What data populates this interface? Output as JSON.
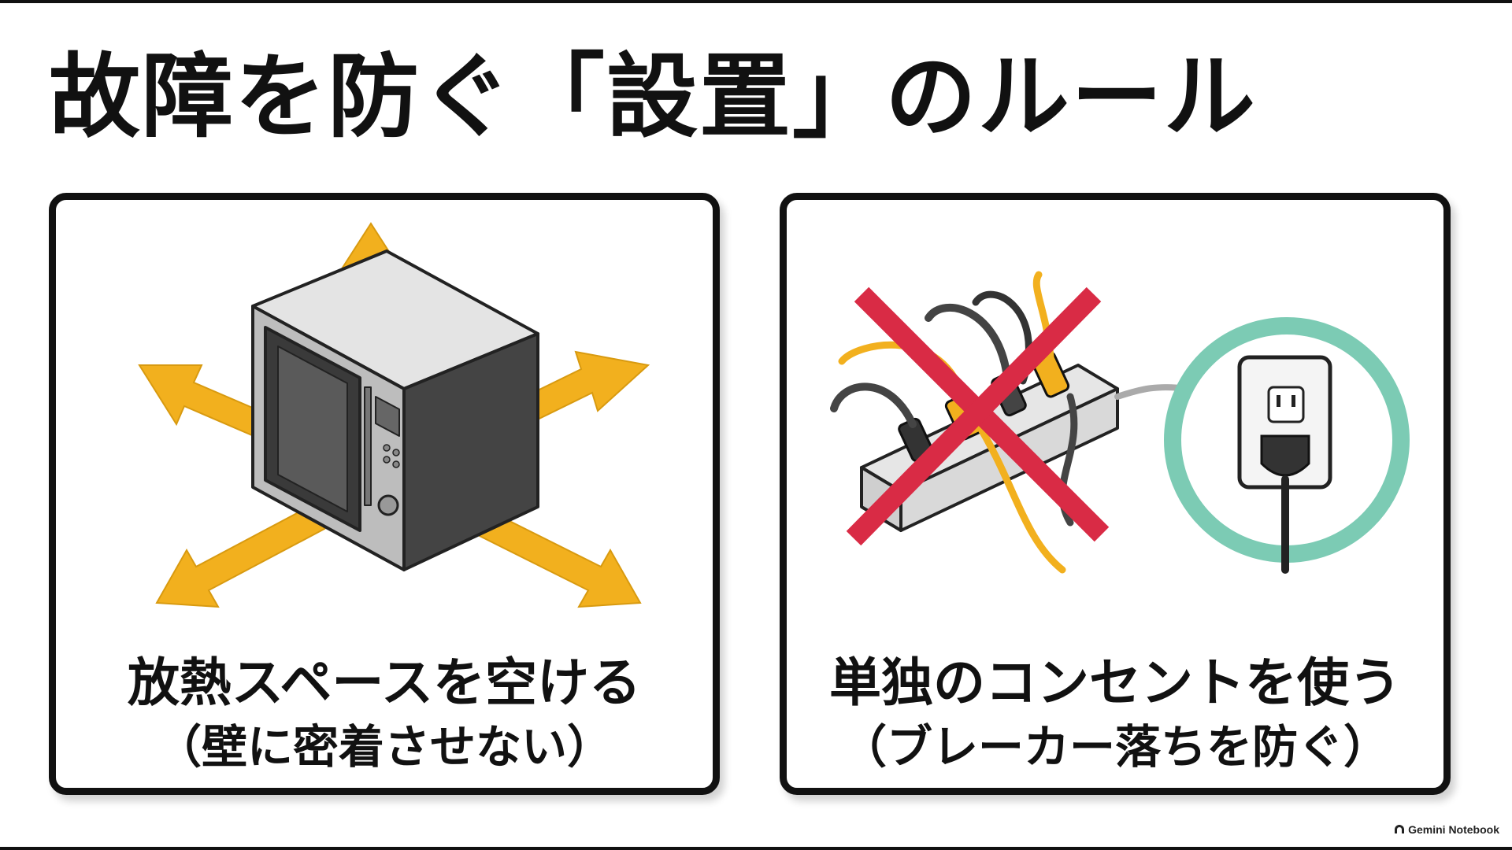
{
  "title": "故障を防ぐ「設置」のルール",
  "cards": [
    {
      "caption_main": "放熱スペースを空ける",
      "caption_sub": "（壁に密着させない）"
    },
    {
      "caption_main": "単独のコンセントを使う",
      "caption_sub": "（ブレーカー落ちを防ぐ）"
    }
  ],
  "watermark": "Gemini Notebook",
  "colors": {
    "arrow": "#F2B01E",
    "cross": "#D92B45",
    "ring": "#7CCBB4",
    "outline": "#111111"
  },
  "icons": [
    "microwave-icon",
    "power-strip-icon",
    "cross-mark-icon",
    "wall-outlet-icon",
    "notebook-logo-icon"
  ]
}
